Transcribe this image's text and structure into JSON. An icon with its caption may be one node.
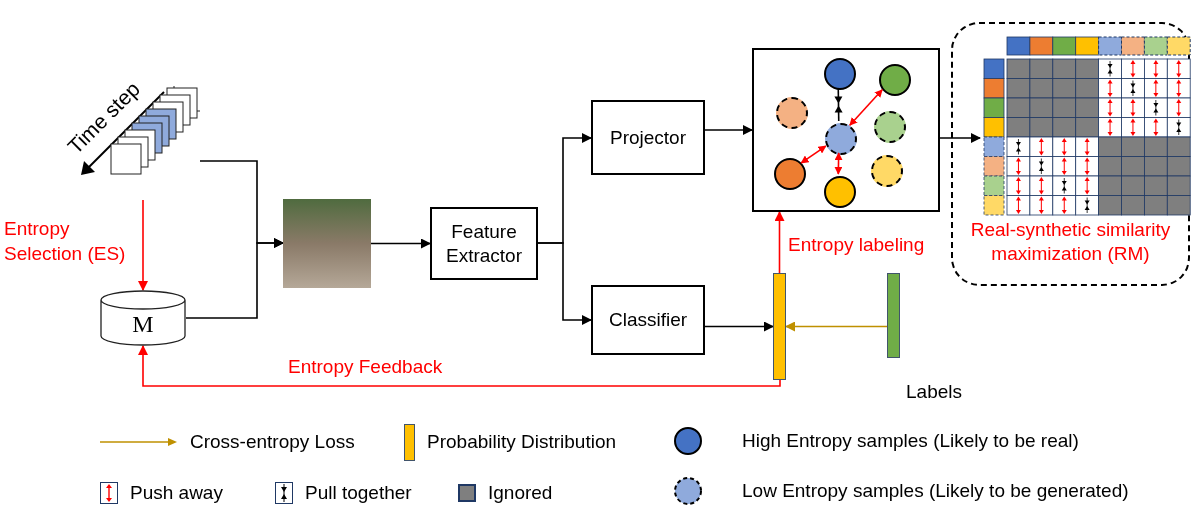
{
  "diagram": {
    "nodes": [
      {
        "text": [],
        "shape": "picture"
      },
      {
        "text": [
          "M"
        ]
      },
      {
        "text": [],
        "shape": "picture"
      },
      {
        "text": [
          "Feature Extractor"
        ]
      },
      {
        "text": [
          "Projector"
        ]
      },
      {
        "text": [
          "Classifier"
        ]
      },
      {
        "text": [],
        "shape": "box"
      },
      {
        "text": [],
        "shape": "circle",
        "in": 6
      },
      {
        "text": [],
        "shape": "circle",
        "in": 6
      },
      {
        "text": [],
        "shape": "circle",
        "in": 6
      },
      {
        "text": [],
        "shape": "circle",
        "in": 6
      },
      {
        "text": [],
        "shape": "circle",
        "in": 6
      },
      {
        "text": [],
        "shape": "circle",
        "in": 6
      },
      {
        "text": [],
        "shape": "circle",
        "in": 6
      },
      {
        "text": [],
        "shape": "circle",
        "in": 6
      },
      {
        "text": [
          "Real-synthetic similarity maximization (RM)"
        ]
      },
      {
        "text": [],
        "shape": "picture",
        "in": 15
      },
      {
        "text": [],
        "shape": "bar"
      },
      {
        "text": [],
        "shape": "bar",
        "beside": [
          "Labels"
        ]
      }
    ],
    "edges": [
      {
        "from": 0,
        "to": 2,
        "arrow": "to"
      },
      {
        "from": 1,
        "to": 2,
        "arrow": "to"
      },
      {
        "from": 0,
        "to": 1,
        "arrow": "to",
        "label": "Entropy Selection (ES)",
        "color": "#ff0000"
      },
      {
        "from": 2,
        "to": 3,
        "arrow": "to"
      },
      {
        "from": 3,
        "to": 4,
        "arrow": "to"
      },
      {
        "from": 3,
        "to": 5,
        "arrow": "to"
      },
      {
        "from": 4,
        "to": 6,
        "arrow": "to"
      },
      {
        "from": 6,
        "to": 16,
        "arrow": "to"
      },
      {
        "from": 5,
        "to": 17,
        "arrow": "to"
      },
      {
        "from": 18,
        "to": 17,
        "arrow": "to",
        "color": "#bf9000"
      },
      {
        "from": 17,
        "to": 6,
        "arrow": "to",
        "label": "Entropy labeling",
        "color": "#ff0000"
      },
      {
        "from": 17,
        "to": 1,
        "arrow": "to",
        "label": "Entropy Feedback",
        "color": "#ff0000"
      },
      {
        "from": 7,
        "to": 10,
        "arrow": "to"
      },
      {
        "from": 9,
        "to": 10,
        "arrow": "both",
        "color": "#ff0000"
      },
      {
        "from": 12,
        "to": 10,
        "arrow": "both",
        "color": "#ff0000"
      },
      {
        "from": 14,
        "to": 10,
        "arrow": "both",
        "color": "#ff0000"
      }
    ],
    "labels": [
      "Time step"
    ],
    "legend": [
      {
        "text": "Cross-entropy Loss"
      },
      {
        "text": "Probability Distribution",
        "color": "#ffc000"
      },
      {
        "text": "High Entropy samples (Likely to be real)"
      },
      {
        "text": "Push away"
      },
      {
        "text": "Pull together"
      },
      {
        "text": "Ignored",
        "color": "#7f7f7f"
      },
      {
        "text": "Low Entropy samples (Likely to be generated)"
      }
    ]
  }
}
